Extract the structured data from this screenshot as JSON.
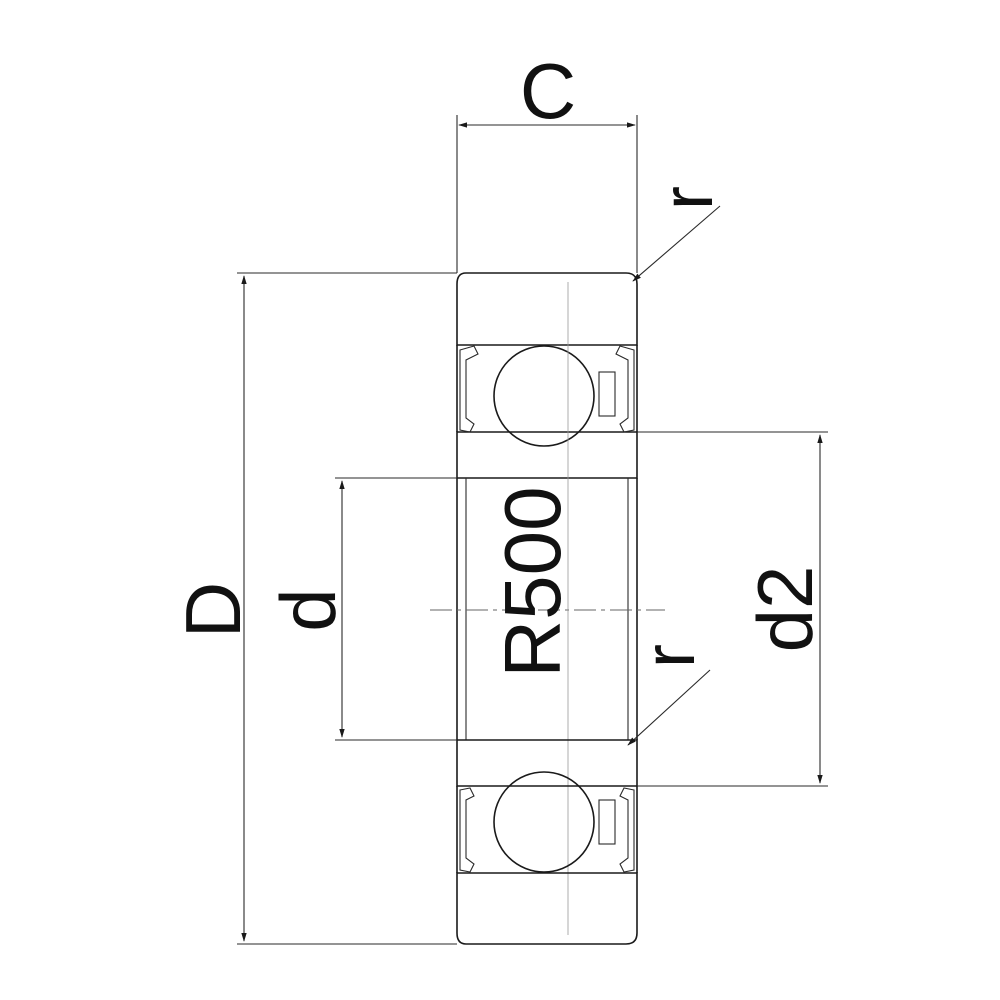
{
  "labels": {
    "width": "C",
    "outer_diameter": "D",
    "bore_diameter": "d",
    "shoulder_diameter": "d2",
    "chamfer_top": "r",
    "chamfer_mid": "r",
    "model": "R500"
  },
  "colors": {
    "line": "#1a1a1a",
    "hatch": "#c8c8c8",
    "seal_fill": "#e4d8cc"
  }
}
